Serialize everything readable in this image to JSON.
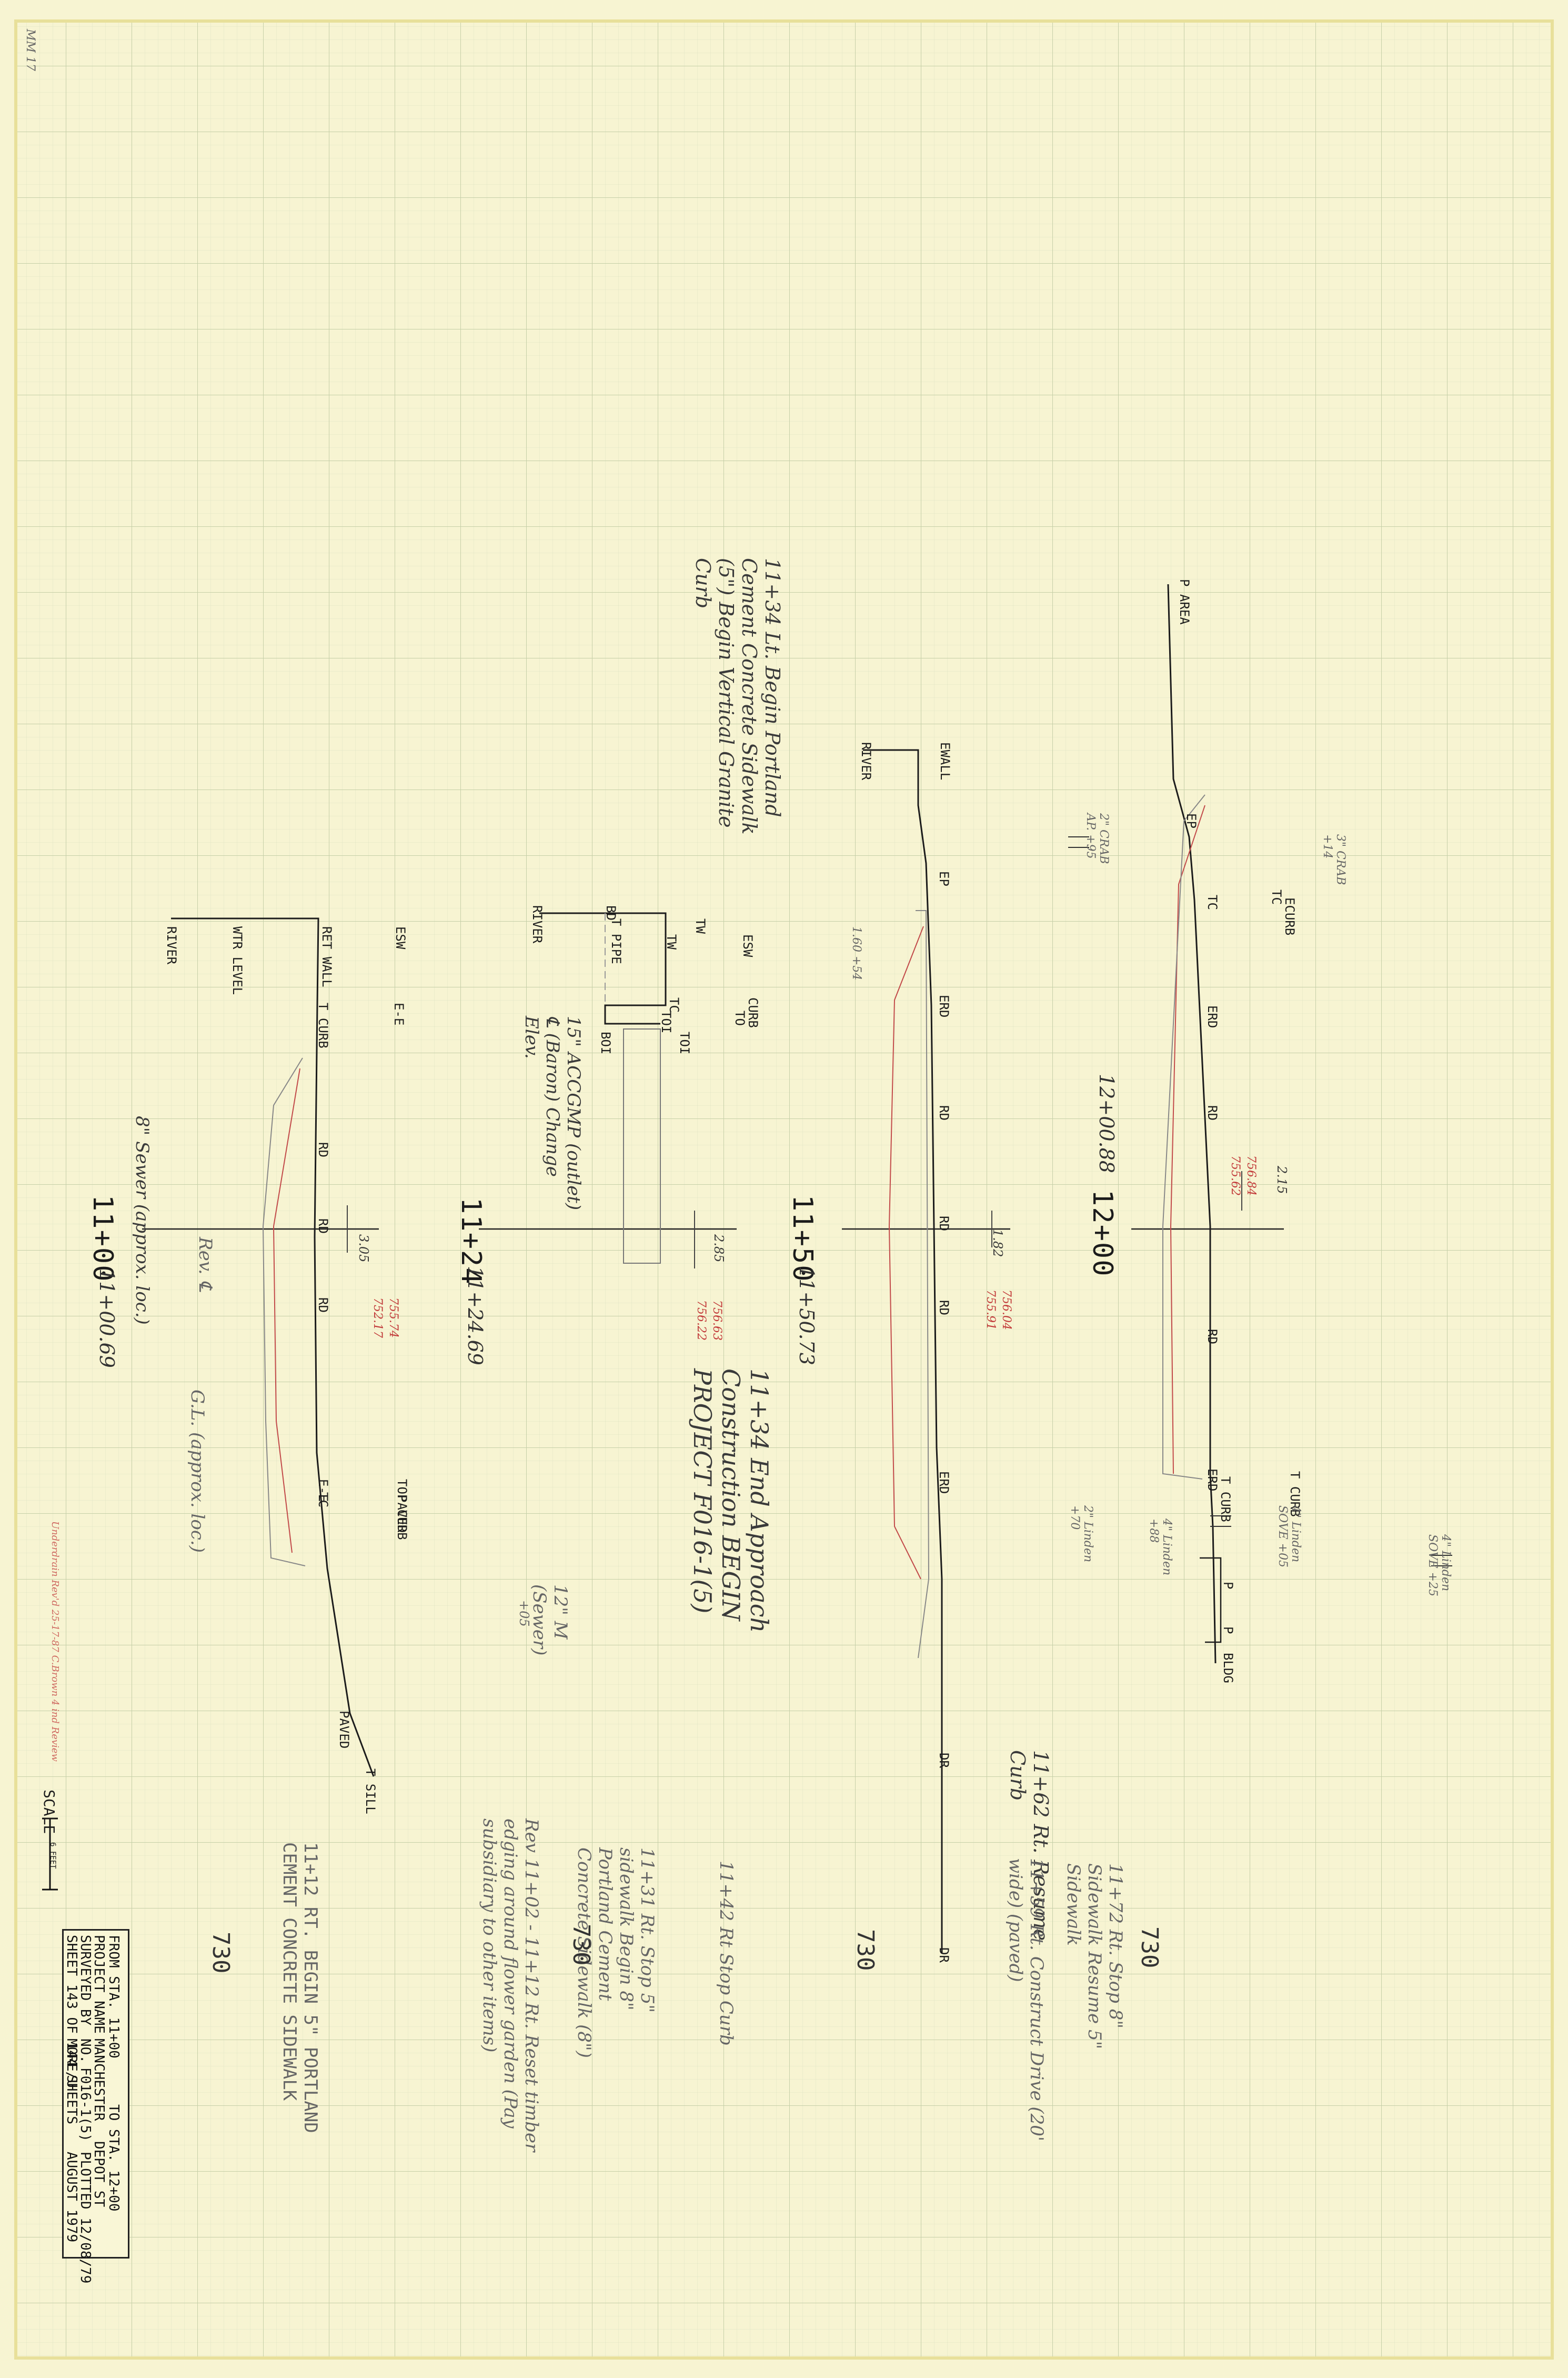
{
  "corner_mark": "MM 17",
  "sections": [
    {
      "station_label": "11+00",
      "station_sub": "11+00.69",
      "labels": [
        "RIVER",
        "WTR LEVEL",
        "RET WALL",
        "ESW",
        "T CURB",
        "E-E",
        "RD",
        "RD",
        "RD",
        "E-E",
        "TC",
        "TOP CURB",
        "PAVED",
        "PAVED",
        "T SILL"
      ],
      "notes": [
        "8\" Sewer (approx. loc.)",
        "G.L. (approx. loc.)",
        "Rev. ℄",
        "3.05"
      ],
      "elev": [
        "755.74",
        "752.17"
      ],
      "bottom_note": "11+12 RT. BEGIN 5\" PORTLAND CEMENT CONCRETE SIDEWALK",
      "datum": "730"
    },
    {
      "station_label": "11+24",
      "station_sub": "11+24.69",
      "labels": [
        "RIVER",
        "BD",
        "T PIPE",
        "TW",
        "TW",
        "ESW",
        "TC",
        "TOI",
        "TO",
        "CURB",
        "BOI",
        "TOI"
      ],
      "notes": [
        "15\" ACCGMP (outlet) ℄ (Baron) Change Elev.",
        "2.85",
        "12\" M (Sewer)",
        "+05"
      ],
      "elev": [
        "756.63",
        "756.22"
      ],
      "handwritten": "11+34 Lt. Begin Portland Cement Concrete Sidewalk (5\") Begin Vertical Granite Curb",
      "bottom_note": "Rev 11+02 - 11+12 Rt. Reset timber edging around flower garden (Pay subsidiary to other items)",
      "bottom_note2": "11+31 Rt. Stop 5\" sidewalk Begin 8\" Portland Cement Concrete Sidewalk (8\")",
      "datum": "730"
    },
    {
      "station_label": "11+50",
      "station_sub": "11+50.73",
      "labels": [
        "RIVER",
        "EWALL",
        "EP",
        "ERD",
        "RD",
        "RD",
        "RD",
        "ERD",
        "DR",
        "DR"
      ],
      "notes": [
        "1.82",
        "1.60 +54"
      ],
      "elev": [
        "756.04",
        "755.91"
      ],
      "handwritten": "11+34 End Approach Construction BEGIN PROJECT F016-1(5)",
      "bottom_note": "11+42 Rt Stop Curb",
      "datum": "730"
    },
    {
      "station_label": "12+00",
      "station_sub": "12+00.88",
      "labels": [
        "P AREA",
        "EP",
        "TC",
        "TC",
        "ECURB",
        "ERD",
        "RD",
        "RD",
        "ERD",
        "T CURB",
        "T CURB",
        "P",
        "P",
        "BLDG"
      ],
      "notes": [
        "2\" CRAB AP. +95",
        "2.15",
        "2\" Linden +70",
        "4\" Linden +88",
        "4\" Linden SOVE +05",
        "4\" Linden SOVE +25",
        "3\" CRAB +14"
      ],
      "elev": [
        "756.84",
        "755.62"
      ],
      "handwritten": "11+62 Rt. Resume Curb",
      "bottom_note": "11+59 Rt. Construct Drive (20' wide) (paved)",
      "bottom_note2": "11+72 Rt. Stop 8\" Sidewalk Resume 5\" Sidewalk",
      "datum": "730"
    }
  ],
  "scale": {
    "label": "SCALE",
    "units": "6 FEET"
  },
  "margin_note": "Underdrain Rev'd 25-17-87 C.Brown 4 ind Review",
  "title_block": {
    "from_sta": "FROM STA. 11+00",
    "to_sta": "TO STA. 12+00",
    "project_name_label": "PROJECT NAME",
    "project_name": "MANCHESTER",
    "street": "DEPOT ST",
    "project_no_label": "NO.",
    "project_no": "F016-1(5)",
    "plotted": "PLOTTED 12/08/79",
    "surveyed_by_label": "SURVEYED BY",
    "surveyed_by": "MORE/U",
    "date": "AUGUST 1979",
    "sheet": "SHEET 143 OF 144 SHEETS"
  },
  "colors": {
    "paper": "#f7f4d2",
    "grid": "#cfd7b8",
    "ink": "#1b1b1b",
    "red": "#c23a3a",
    "pencil": "#777777"
  }
}
